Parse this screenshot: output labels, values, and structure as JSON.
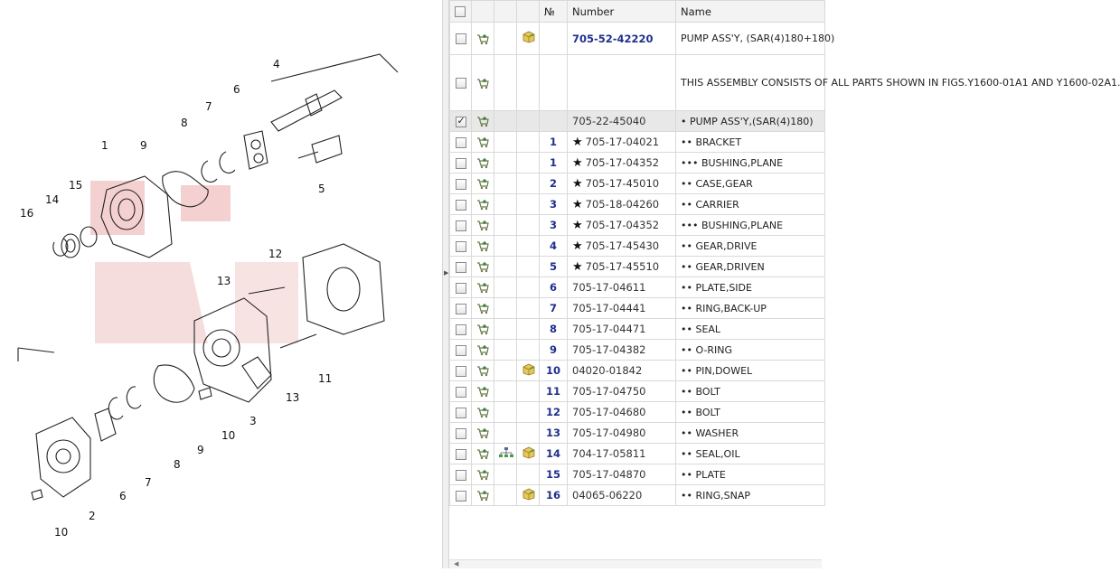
{
  "diagram": {
    "callouts": [
      "1",
      "2",
      "3",
      "4",
      "5",
      "6",
      "7",
      "8",
      "9",
      "10",
      "10",
      "11",
      "12",
      "13",
      "13",
      "14",
      "15",
      "16",
      "6",
      "7",
      "8",
      "9"
    ]
  },
  "table": {
    "headers": {
      "no": "№",
      "number": "Number",
      "name": "Name"
    },
    "rows": [
      {
        "num": "",
        "number": "705-52-42220",
        "name": "PUMP ASS'Y, (SAR(4)180+180)",
        "star": false,
        "link": true,
        "box": true,
        "tree": false,
        "checked": false
      },
      {
        "num": "",
        "number": "",
        "name": "THIS ASSEMBLY CONSISTS OF ALL PARTS SHOWN IN FIGS.Y1600-01A1 AND Y1600-02A1.",
        "star": false,
        "link": false,
        "box": false,
        "tree": false,
        "checked": false
      },
      {
        "num": "",
        "number": "705-22-45040",
        "name": "• PUMP ASS'Y,(SAR(4)180)",
        "star": false,
        "link": false,
        "box": false,
        "tree": false,
        "checked": true
      },
      {
        "num": "1",
        "number": "705-17-04021",
        "name": "•• BRACKET",
        "star": true,
        "link": false,
        "box": false,
        "tree": false,
        "checked": false
      },
      {
        "num": "1",
        "number": "705-17-04352",
        "name": "••• BUSHING,PLANE",
        "star": true,
        "link": false,
        "box": false,
        "tree": false,
        "checked": false
      },
      {
        "num": "2",
        "number": "705-17-45010",
        "name": "•• CASE,GEAR",
        "star": true,
        "link": false,
        "box": false,
        "tree": false,
        "checked": false
      },
      {
        "num": "3",
        "number": "705-18-04260",
        "name": "•• CARRIER",
        "star": true,
        "link": false,
        "box": false,
        "tree": false,
        "checked": false
      },
      {
        "num": "3",
        "number": "705-17-04352",
        "name": "••• BUSHING,PLANE",
        "star": true,
        "link": false,
        "box": false,
        "tree": false,
        "checked": false
      },
      {
        "num": "4",
        "number": "705-17-45430",
        "name": "•• GEAR,DRIVE",
        "star": true,
        "link": false,
        "box": false,
        "tree": false,
        "checked": false
      },
      {
        "num": "5",
        "number": "705-17-45510",
        "name": "•• GEAR,DRIVEN",
        "star": true,
        "link": false,
        "box": false,
        "tree": false,
        "checked": false
      },
      {
        "num": "6",
        "number": "705-17-04611",
        "name": "•• PLATE,SIDE",
        "star": false,
        "link": false,
        "box": false,
        "tree": false,
        "checked": false
      },
      {
        "num": "7",
        "number": "705-17-04441",
        "name": "•• RING,BACK-UP",
        "star": false,
        "link": false,
        "box": false,
        "tree": false,
        "checked": false
      },
      {
        "num": "8",
        "number": "705-17-04471",
        "name": "•• SEAL",
        "star": false,
        "link": false,
        "box": false,
        "tree": false,
        "checked": false
      },
      {
        "num": "9",
        "number": "705-17-04382",
        "name": "•• O-RING",
        "star": false,
        "link": false,
        "box": false,
        "tree": false,
        "checked": false
      },
      {
        "num": "10",
        "number": "04020-01842",
        "name": "•• PIN,DOWEL",
        "star": false,
        "link": false,
        "box": true,
        "tree": false,
        "checked": false
      },
      {
        "num": "11",
        "number": "705-17-04750",
        "name": "•• BOLT",
        "star": false,
        "link": false,
        "box": false,
        "tree": false,
        "checked": false
      },
      {
        "num": "12",
        "number": "705-17-04680",
        "name": "•• BOLT",
        "star": false,
        "link": false,
        "box": false,
        "tree": false,
        "checked": false
      },
      {
        "num": "13",
        "number": "705-17-04980",
        "name": "•• WASHER",
        "star": false,
        "link": false,
        "box": false,
        "tree": false,
        "checked": false
      },
      {
        "num": "14",
        "number": "704-17-05811",
        "name": "•• SEAL,OIL",
        "star": false,
        "link": false,
        "box": true,
        "tree": true,
        "checked": false
      },
      {
        "num": "15",
        "number": "705-17-04870",
        "name": "•• PLATE",
        "star": false,
        "link": false,
        "box": false,
        "tree": false,
        "checked": false
      },
      {
        "num": "16",
        "number": "04065-06220",
        "name": "•• RING,SNAP",
        "star": false,
        "link": false,
        "box": true,
        "tree": false,
        "checked": false
      }
    ]
  },
  "colors": {
    "link": "#1f2f8c",
    "header_bg": "#f3f3f3",
    "watermark": "#e8a3a3",
    "selected_row": "#e8e8e8"
  },
  "icons": {
    "cart": "add-to-cart-icon",
    "box": "package-icon",
    "tree": "hierarchy-icon",
    "star": "star-icon"
  }
}
